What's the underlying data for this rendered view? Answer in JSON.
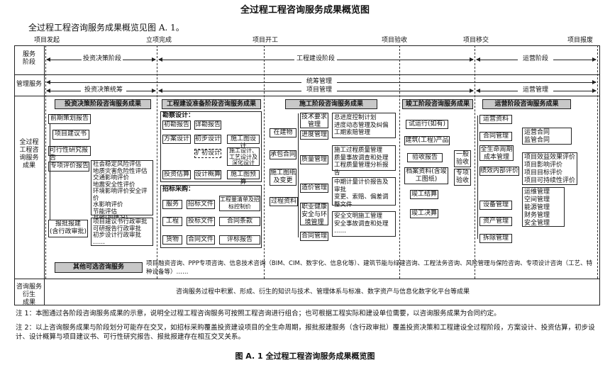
{
  "title": "全过程工程咨询服务成果概览图",
  "intro": "全过程工程咨询服务成果概览见图 A. 1。",
  "milestones": [
    "项目发起",
    "立项完成",
    "项目开工",
    "项目验收",
    "项目移交",
    "项目报废"
  ],
  "row_labels": {
    "stage": "服务\n阶段",
    "mgmt": "管理服务",
    "results": "全过程\n工程咨\n询服务\n成果",
    "derived": "咨询服务衍生\n成果"
  },
  "stages": [
    "投资决策阶段",
    "工程建设阶段",
    "运营阶段"
  ],
  "mgmt": {
    "overall": "统筹管理",
    "invest": "投资决策统筹",
    "project": "项目管理",
    "ops": "运营管理"
  },
  "phase_headers": [
    "投资决策阶段咨询服务成果",
    "工程建设准备阶段咨询服务成果",
    "施工阶段咨询服务成果",
    "竣工阶段咨询服务成果",
    "运营阶段咨询服务成果"
  ],
  "invest": {
    "items": [
      "前期策划报告",
      "项目建议书",
      "可行性研究报告",
      "专项评价报告"
    ],
    "special": "社会稳定风险评估\n地质灾害危险性评估\n交通影响评价\n地震安全性评价\n环境影响评价安全评价\n水影响评价\n节能评估\n其他(视情况)",
    "approval": "报批报建\n(含行政审批)",
    "approval_list": "项目建议书行政审批\n可研报告行政审批\n初步设计行政审批\n……"
  },
  "prep": {
    "survey": "勘察设计：",
    "a": [
      "初勘报告",
      "详勘报告",
      "方案设计",
      "初步设计",
      "扩初设计",
      "施工图设计",
      "施工设计、工艺设计及深化设计",
      "投资估算",
      "设计概算",
      "施工图预算"
    ],
    "procurement": "招标采购：",
    "b": [
      "服务",
      "招标文件",
      "工程量清单及招标控制价",
      "工程",
      "投标文件",
      "合同条款",
      "货物",
      "合同文件",
      "评标报告"
    ]
  },
  "cons": {
    "left": [
      "在建物",
      "承包合同",
      "施工图纸及变更",
      "过程资料"
    ],
    "mid": [
      "技术要求管理",
      "进度管理",
      "质量管理",
      "造价管理",
      "职业健康安全与环境管理",
      "合同管理"
    ],
    "right": [
      "总进度控制计划\n进度动态管理及纠偏\n工期索赔管理",
      "施工过程质量管理\n质量事故调查和处理\n工程质量管理分析报告",
      "中期计量计价报告及审批\n变更、索赔、偏差调整文件",
      "安全文明施工管理\n安全事故调查和处理\n……"
    ]
  },
  "comp": {
    "items": [
      "试运行(如有)",
      "建筑(工程)产品",
      "验收报告",
      "档案资料(含竣工图纸)",
      "竣工结算",
      "竣工决算"
    ],
    "side": [
      "一般验收",
      "专项验收"
    ]
  },
  "ops": {
    "items": [
      "运营资料",
      "合同管理",
      "全生命周期成本管理",
      "绩效内部评价",
      "设备管理",
      "资产管理",
      "拆除管理"
    ],
    "contract": "运营合同\n监管合同",
    "perf": "项目效益效果评价\n项目影响评价\n项目目标评价\n项目可持续性评价",
    "equip": "运维管理\n空间管理\n能源管理\n财务管理\n安全管理"
  },
  "other": {
    "label": "其他可选咨询服务",
    "text": "项目融资咨询、PPP专项咨询、信息技术咨询（BIM、CIM、数字化、信息化等）、建筑节能与绿建咨询、工程法务咨询、风险管理与保险咨询、专项设计咨询（工艺、特种设备等）……"
  },
  "derived_text": "咨询服务过程中积累、形成、衍生的知识与技术、管理体系与标准、数字资产与信息化数字化平台等成果",
  "notes": [
    "注 1：本图通过各阶段咨询服务成果的示意，说明全过程工程咨询服务可按照工程咨询进行组合；也可根据工程实际和建设单位需要，以咨询服务成果为合同约定。",
    "注 2：以上咨询服务成果与阶段划分可能存在交叉，如招标采购覆盖投资建设项目的全生命周期，报批报建服务（含行政审批）覆盖投资决策和工程建设全过程阶段，方案设计、投资估算，初步设计、设计概算与项目建议书、可行性研究报告、报批报建存在相互交叉关系。"
  ],
  "caption": "图 A. 1    全过程工程咨询服务成果概览图"
}
